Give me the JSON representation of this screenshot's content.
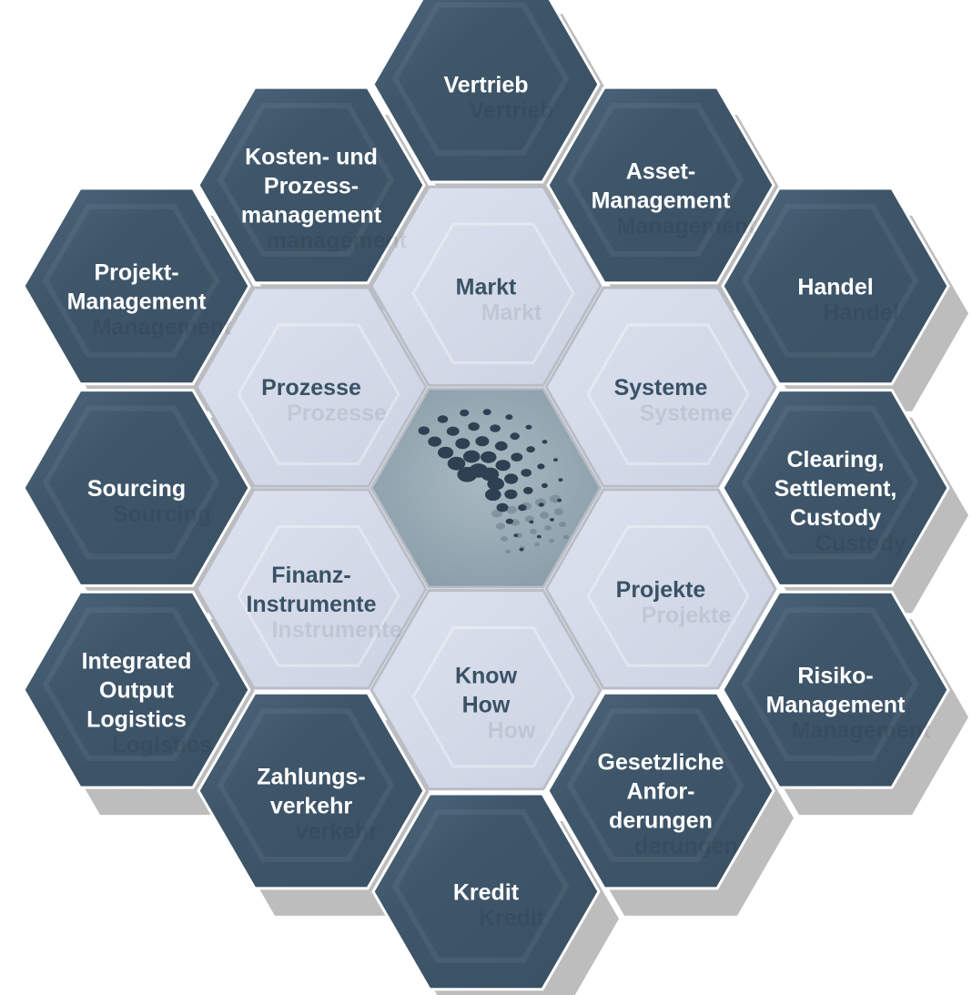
{
  "colors": {
    "outer_fill": "#3f566a",
    "outer_fill_highlight": "#4a6478",
    "outer_shadow": "#bdbdbd",
    "inner_fill": "#d1d7e6",
    "inner_stroke": "#b8bdc6",
    "center_fill": "#96a8b2",
    "outer_text": "#ffffff",
    "inner_text": "#3a5266",
    "logo_dots": "#2e4152"
  },
  "center": {
    "logo": "dotted-sphere-logo"
  },
  "inner_hexes": [
    {
      "id": "markt",
      "lines": [
        "Markt"
      ]
    },
    {
      "id": "systeme",
      "lines": [
        "Systeme"
      ]
    },
    {
      "id": "projekte",
      "lines": [
        "Projekte"
      ]
    },
    {
      "id": "know-how",
      "lines": [
        "Know",
        "How"
      ]
    },
    {
      "id": "finanz-instrumente",
      "lines": [
        "Finanz-",
        "Instrumente"
      ]
    },
    {
      "id": "prozesse",
      "lines": [
        "Prozesse"
      ]
    }
  ],
  "outer_hexes": [
    {
      "id": "vertrieb",
      "lines": [
        "Vertrieb"
      ]
    },
    {
      "id": "asset-management",
      "lines": [
        "Asset-",
        "Management"
      ]
    },
    {
      "id": "handel",
      "lines": [
        "Handel"
      ]
    },
    {
      "id": "clearing-settlement-custody",
      "lines": [
        "Clearing,",
        "Settlement,",
        "Custody"
      ]
    },
    {
      "id": "risiko-management",
      "lines": [
        "Risiko-",
        "Management"
      ]
    },
    {
      "id": "gesetzliche-anforderungen",
      "lines": [
        "Gesetzliche",
        "Anfor-",
        "derungen"
      ]
    },
    {
      "id": "kredit",
      "lines": [
        "Kredit"
      ]
    },
    {
      "id": "zahlungsverkehr",
      "lines": [
        "Zahlungs-",
        "verkehr"
      ]
    },
    {
      "id": "integrated-output-logistics",
      "lines": [
        "Integrated",
        "Output",
        "Logistics"
      ]
    },
    {
      "id": "sourcing",
      "lines": [
        "Sourcing"
      ]
    },
    {
      "id": "projekt-management",
      "lines": [
        "Projekt-",
        "Management"
      ]
    },
    {
      "id": "kosten-und-prozessmanagement",
      "lines": [
        "Kosten- und",
        "Prozess-",
        "management"
      ]
    }
  ]
}
